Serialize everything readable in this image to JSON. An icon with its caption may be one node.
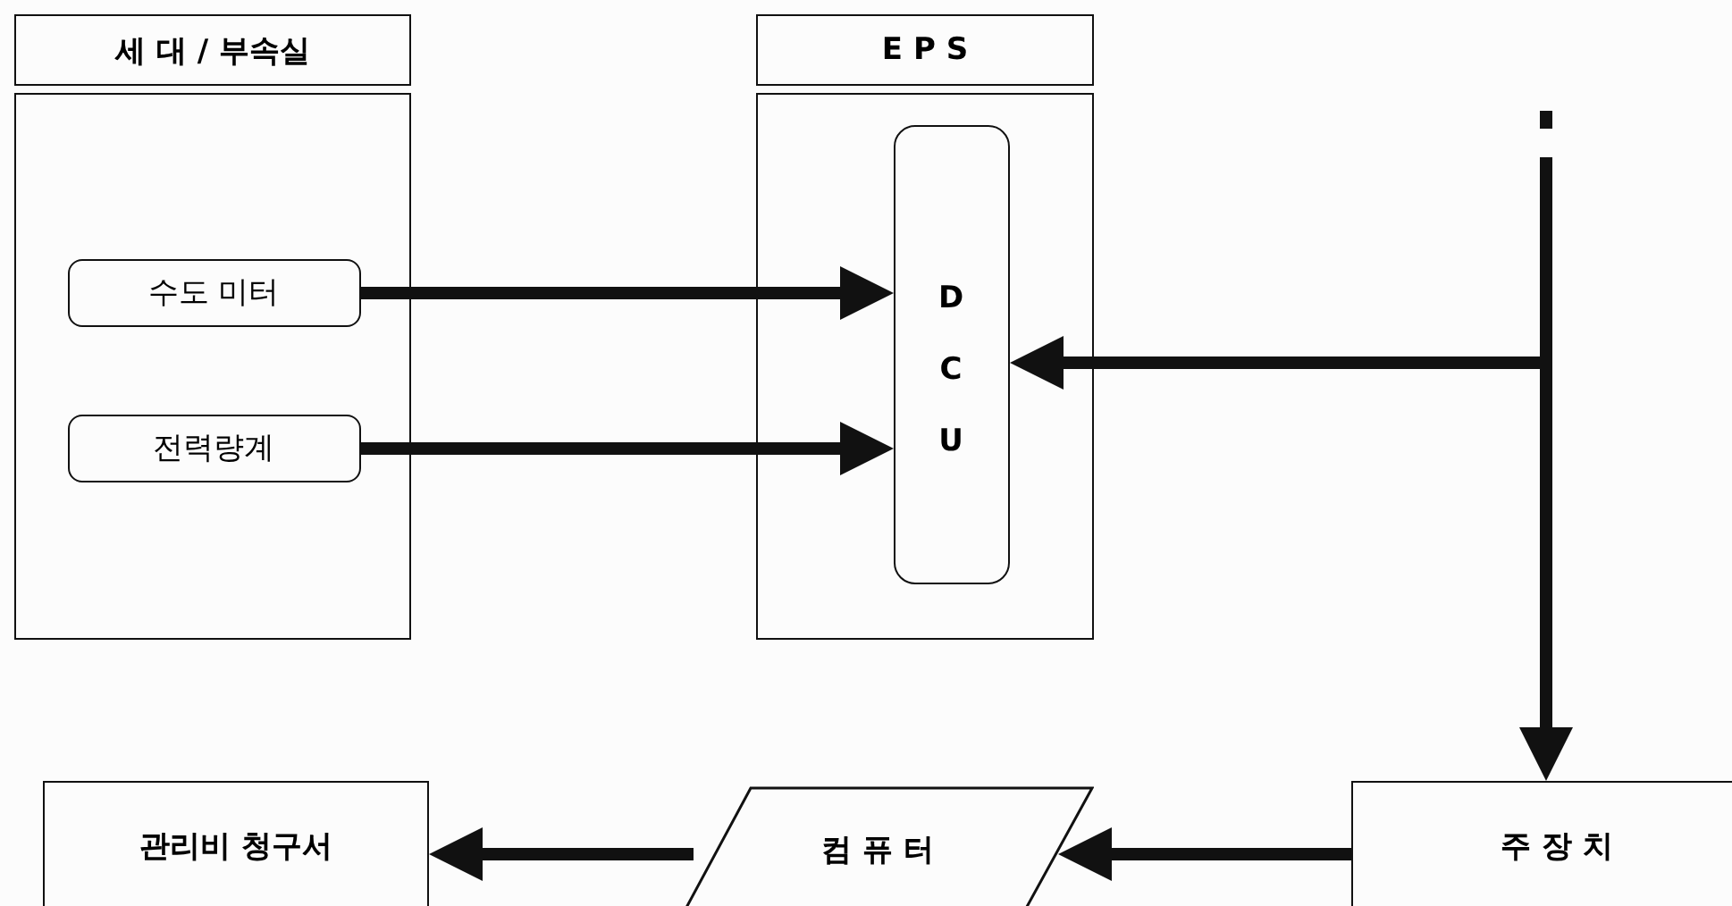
{
  "diagram": {
    "nodes": [
      {
        "text": [
          "세 대 / 부속실"
        ]
      },
      {
        "text": [],
        "shape": "box"
      },
      {
        "text": [
          "수도 미터"
        ],
        "in": 1
      },
      {
        "text": [
          "전력량계"
        ],
        "in": 1
      },
      {
        "text": [
          "E P S"
        ]
      },
      {
        "text": [],
        "shape": "box"
      },
      {
        "text": [
          "D C U"
        ],
        "in": 5
      },
      {
        "text": [
          "주 장 치"
        ]
      },
      {
        "text": [
          "컴 퓨 터"
        ]
      },
      {
        "text": [
          "관리비 청구서"
        ]
      }
    ],
    "edges": [
      {
        "from": 2,
        "to": 6,
        "arrow": "to"
      },
      {
        "from": 3,
        "to": 6,
        "arrow": "to"
      },
      {
        "from": null,
        "to": 6,
        "arrow": "to"
      },
      {
        "from": null,
        "to": 7,
        "arrow": "to"
      },
      {
        "from": 7,
        "to": 8,
        "arrow": "to"
      },
      {
        "from": 8,
        "to": 9,
        "arrow": "to"
      }
    ]
  }
}
